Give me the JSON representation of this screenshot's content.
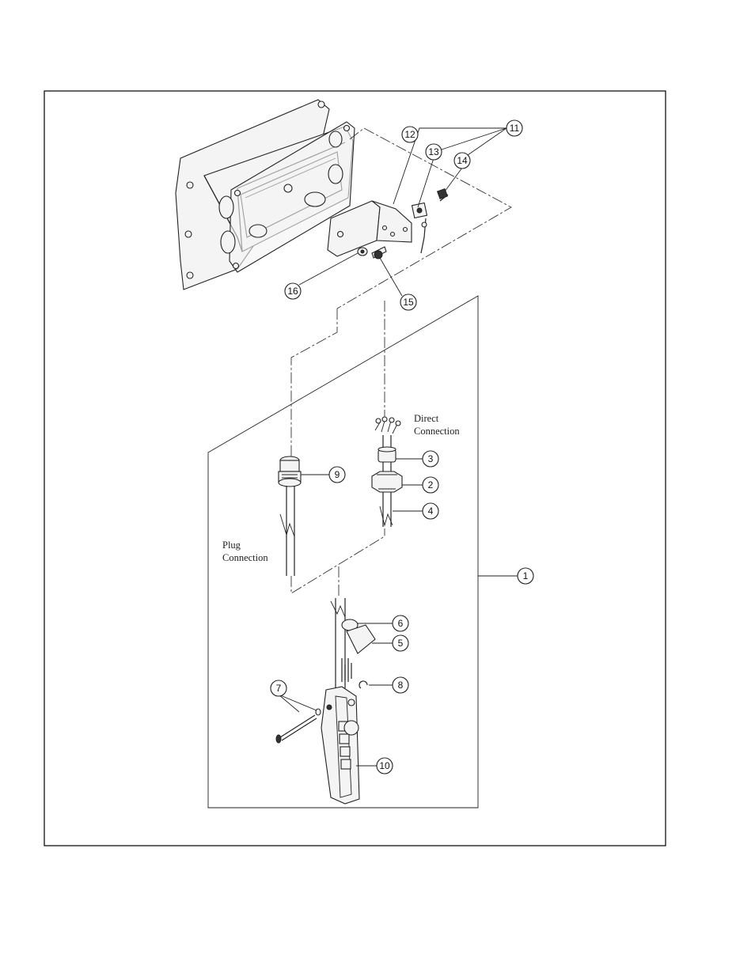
{
  "diagram": {
    "labels": {
      "direct_line1": "Direct",
      "direct_line2": "Connection",
      "plug_line1": "Plug",
      "plug_line2": "Connection"
    },
    "callouts": {
      "c1": "1",
      "c2": "2",
      "c3": "3",
      "c4": "4",
      "c5": "5",
      "c6": "6",
      "c7": "7",
      "c8": "8",
      "c9": "9",
      "c10": "10",
      "c11": "11",
      "c12": "12",
      "c13": "13",
      "c14": "14",
      "c15": "15",
      "c16": "16"
    }
  }
}
